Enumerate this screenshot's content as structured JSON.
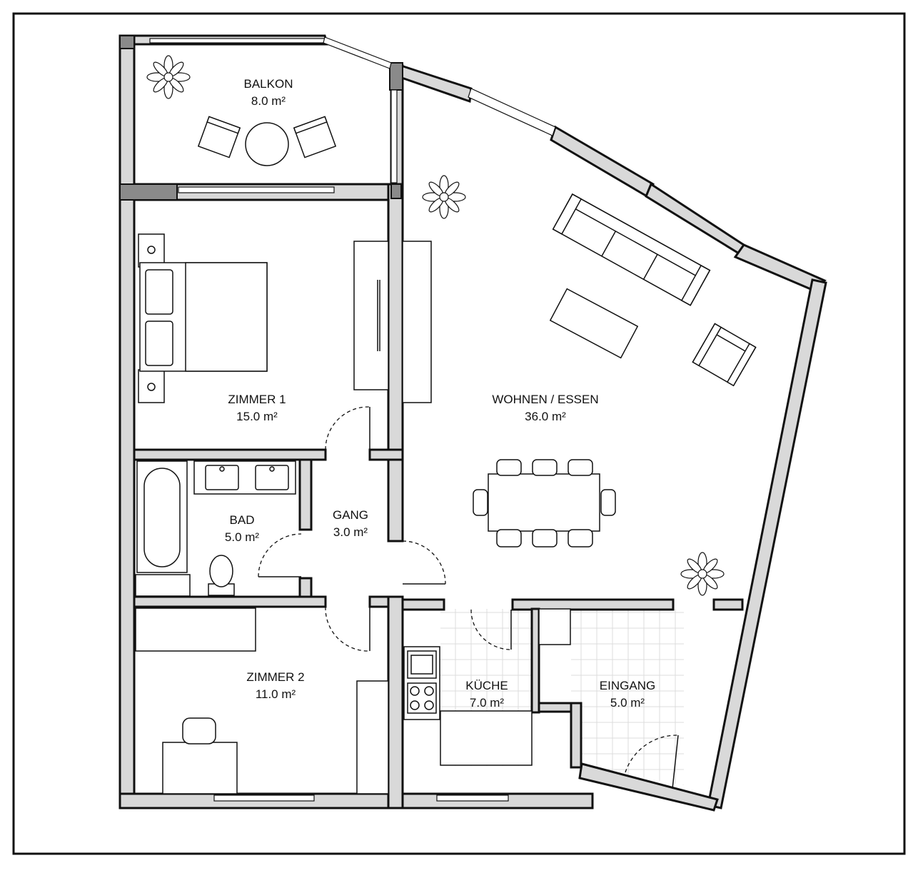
{
  "rooms": {
    "balkon": {
      "name": "BALKON",
      "area": "8.0 m²"
    },
    "zimmer1": {
      "name": "ZIMMER 1",
      "area": "15.0 m²"
    },
    "wohnen": {
      "name": "WOHNEN / ESSEN",
      "area": "36.0 m²"
    },
    "bad": {
      "name": "BAD",
      "area": "5.0 m²"
    },
    "gang": {
      "name": "GANG",
      "area": "3.0 m²"
    },
    "zimmer2": {
      "name": "ZIMMER 2",
      "area": "11.0 m²"
    },
    "kueche": {
      "name": "KÜCHE",
      "area": "7.0 m²"
    },
    "eingang": {
      "name": "EINGANG",
      "area": "5.0 m²"
    }
  },
  "colors": {
    "wall_fill": "#d9d9d9",
    "wall_cap": "#8a8a8a",
    "line": "#111111",
    "tile": "#dcdcdc"
  },
  "icons": [
    "plant-icon",
    "bed-icon",
    "sofa-icon",
    "armchair-icon",
    "dining-table-icon",
    "chair-icon",
    "bathtub-icon",
    "toilet-icon",
    "sink-icon",
    "stove-icon",
    "desk-icon",
    "door-swing-icon",
    "window-icon"
  ]
}
